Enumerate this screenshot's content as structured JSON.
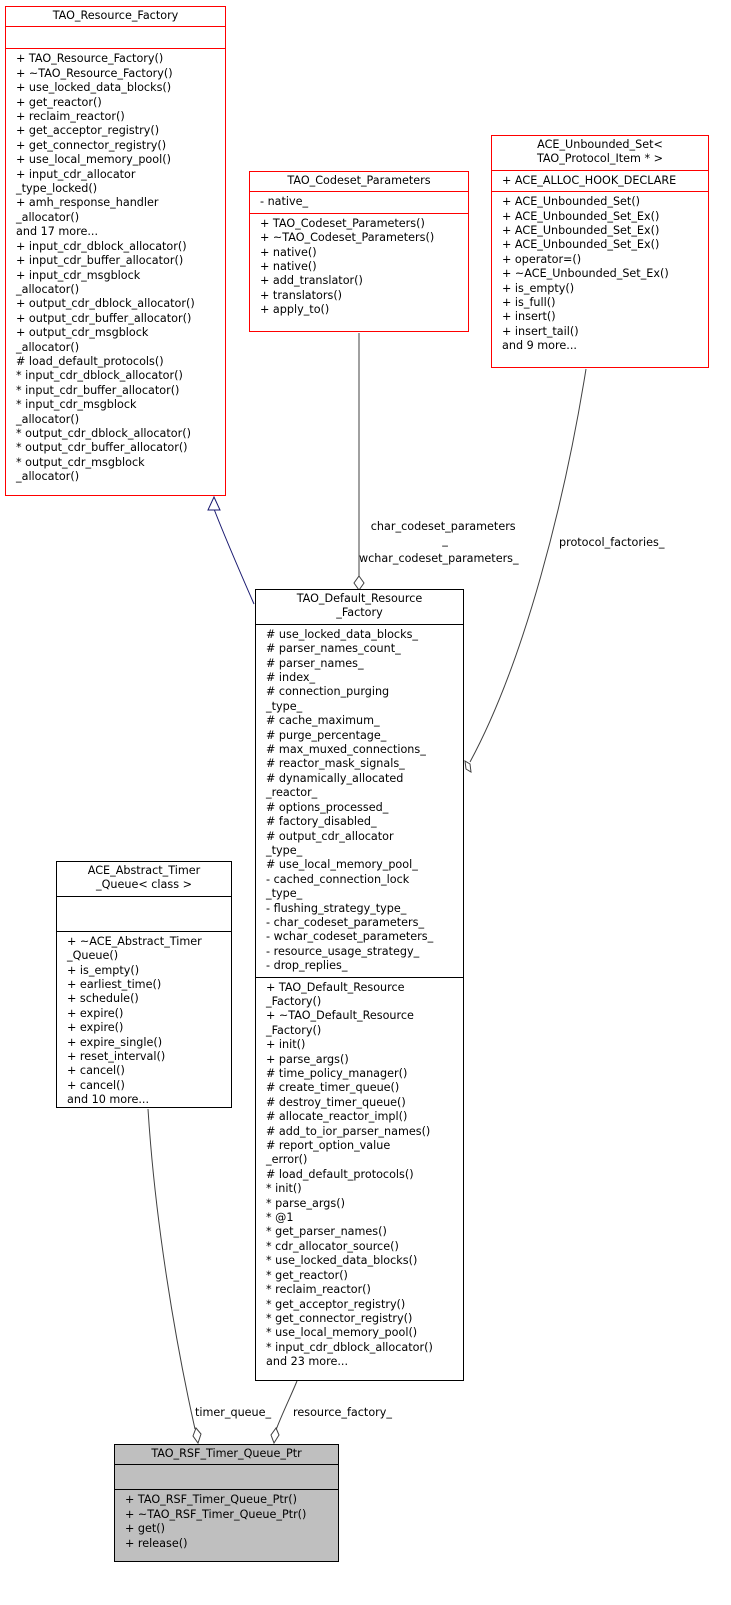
{
  "classes": {
    "resource_factory": {
      "name": "TAO_Resource_Factory",
      "attributes": [],
      "methods": [
        "+ TAO_Resource_Factory()",
        "+ ~TAO_Resource_Factory()",
        "+ use_locked_data_blocks()",
        "+ get_reactor()",
        "+ reclaim_reactor()",
        "+ get_acceptor_registry()",
        "+ get_connector_registry()",
        "+ use_local_memory_pool()",
        "+ input_cdr_allocator\n_type_locked()",
        "+ amh_response_handler\n_allocator()",
        "and 17 more...",
        "+ input_cdr_dblock_allocator()",
        "+ input_cdr_buffer_allocator()",
        "+ input_cdr_msgblock\n_allocator()",
        "+ output_cdr_dblock_allocator()",
        "+ output_cdr_buffer_allocator()",
        "+ output_cdr_msgblock\n_allocator()",
        "# load_default_protocols()",
        "* input_cdr_dblock_allocator()",
        "* input_cdr_buffer_allocator()",
        "* input_cdr_msgblock\n_allocator()",
        "* output_cdr_dblock_allocator()",
        "* output_cdr_buffer_allocator()",
        "* output_cdr_msgblock\n_allocator()"
      ]
    },
    "codeset_parameters": {
      "name": "TAO_Codeset_Parameters",
      "attributes": [
        "- native_"
      ],
      "methods": [
        "+ TAO_Codeset_Parameters()",
        "+ ~TAO_Codeset_Parameters()",
        "+ native()",
        "+ native()",
        "+ add_translator()",
        "+ translators()",
        "+ apply_to()"
      ]
    },
    "unbounded_set": {
      "name": "ACE_Unbounded_Set<\n TAO_Protocol_Item * >",
      "attributes": [
        "+ ACE_ALLOC_HOOK_DECLARE"
      ],
      "methods": [
        "+ ACE_Unbounded_Set()",
        "+ ACE_Unbounded_Set_Ex()",
        "+ ACE_Unbounded_Set_Ex()",
        "+ ACE_Unbounded_Set_Ex()",
        "+ operator=()",
        "+ ~ACE_Unbounded_Set_Ex()",
        "+ is_empty()",
        "+ is_full()",
        "+ insert()",
        "+ insert_tail()",
        "and 9 more..."
      ]
    },
    "default_resource_factory": {
      "name": "TAO_Default_Resource\n_Factory",
      "attributes": [
        "# use_locked_data_blocks_",
        "# parser_names_count_",
        "# parser_names_",
        "# index_",
        "# connection_purging\n_type_",
        "# cache_maximum_",
        "# purge_percentage_",
        "# max_muxed_connections_",
        "# reactor_mask_signals_",
        "# dynamically_allocated\n_reactor_",
        "# options_processed_",
        "# factory_disabled_",
        "# output_cdr_allocator\n_type_",
        "# use_local_memory_pool_",
        "- cached_connection_lock\n_type_",
        "- flushing_strategy_type_",
        "- char_codeset_parameters_",
        "- wchar_codeset_parameters_",
        "- resource_usage_strategy_",
        "- drop_replies_"
      ],
      "methods": [
        "+ TAO_Default_Resource\n_Factory()",
        "+ ~TAO_Default_Resource\n_Factory()",
        "+ init()",
        "+ parse_args()",
        "# time_policy_manager()",
        "# create_timer_queue()",
        "# destroy_timer_queue()",
        "# allocate_reactor_impl()",
        "# add_to_ior_parser_names()",
        "# report_option_value\n_error()",
        "# load_default_protocols()",
        "* init()",
        "* parse_args()",
        "* @1",
        "* get_parser_names()",
        "* cdr_allocator_source()",
        "* use_locked_data_blocks()",
        "* get_reactor()",
        "* reclaim_reactor()",
        "* get_acceptor_registry()",
        "* get_connector_registry()",
        "* use_local_memory_pool()",
        "* input_cdr_dblock_allocator()",
        "and 23 more..."
      ]
    },
    "abstract_timer_queue": {
      "name": "ACE_Abstract_Timer\n_Queue< class >",
      "attributes": [],
      "methods": [
        "+ ~ACE_Abstract_Timer\n_Queue()",
        "+ is_empty()",
        "+ earliest_time()",
        "+ schedule()",
        "+ expire()",
        "+ expire()",
        "+ expire_single()",
        "+ reset_interval()",
        "+ cancel()",
        "+ cancel()",
        "and 10 more..."
      ]
    },
    "rsf_timer_queue_ptr": {
      "name": "TAO_RSF_Timer_Queue_Ptr",
      "attributes": [],
      "methods": [
        "+ TAO_RSF_Timer_Queue_Ptr()",
        "+ ~TAO_RSF_Timer_Queue_Ptr()",
        "+ get()",
        "+ release()"
      ]
    }
  },
  "edge_labels": {
    "char_codeset": "char_codeset_parameters\n_",
    "wchar_codeset": "wchar_codeset_parameters_",
    "protocol_factories": "protocol_factories_",
    "timer_queue": "timer_queue_",
    "resource_factory": "resource_factory_"
  },
  "colors": {
    "abstract_border": "#ff0000",
    "normal_border": "#000000",
    "focus_fill": "#bfbfbf",
    "inheritance_edge": "#191970",
    "association_edge": "#404040"
  }
}
